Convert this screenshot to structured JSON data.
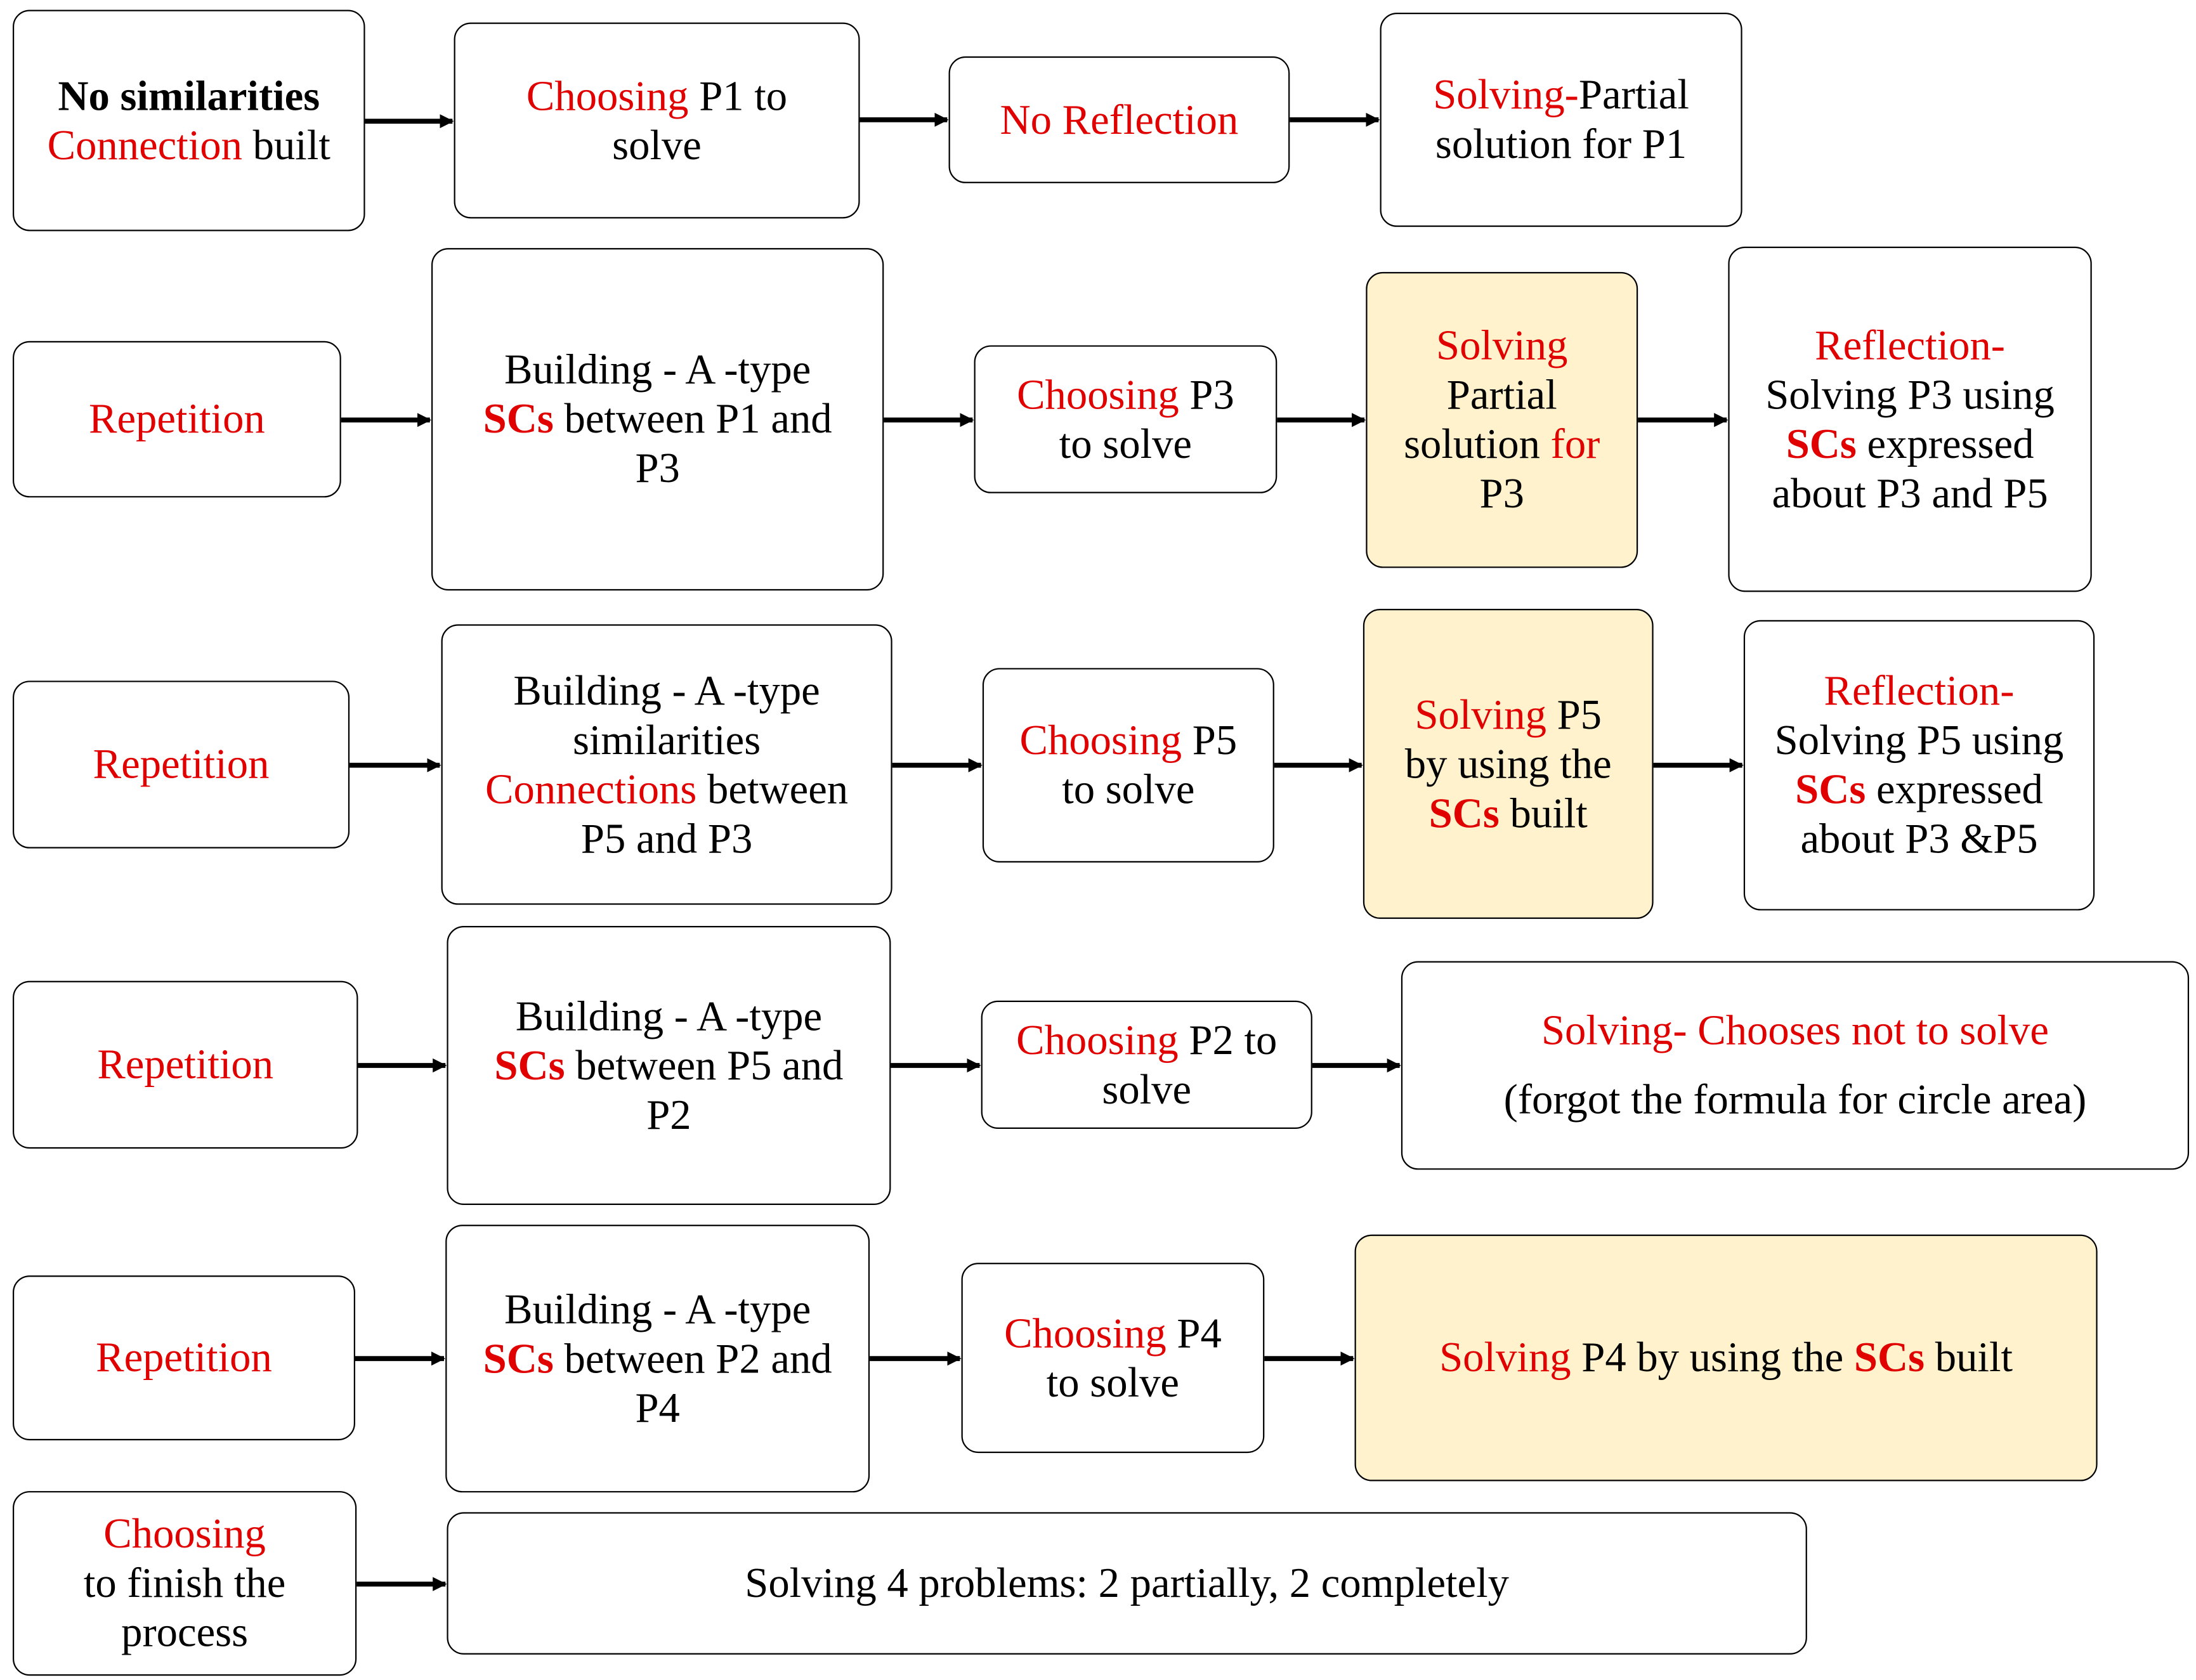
{
  "diagram": {
    "rows": [
      {
        "id": "row1",
        "nodes": [
          {
            "id": "r1n1",
            "lines": [
              [
                {
                  "t": "No similarities",
                  "b": true
                }
              ],
              [
                {
                  "t": "Connection",
                  "red": true
                },
                {
                  "t": " built"
                }
              ]
            ]
          },
          {
            "id": "r1n2",
            "lines": [
              [
                {
                  "t": "Choosing",
                  "red": true
                },
                {
                  "t": " P1 to"
                }
              ],
              [
                {
                  "t": "solve"
                }
              ]
            ]
          },
          {
            "id": "r1n3",
            "lines": [
              [
                {
                  "t": "No Reflection",
                  "red": true
                }
              ]
            ]
          },
          {
            "id": "r1n4",
            "lines": [
              [
                {
                  "t": "Solving-",
                  "red": true
                },
                {
                  "t": "Partial"
                }
              ],
              [
                {
                  "t": "solution for P1"
                }
              ]
            ]
          }
        ]
      },
      {
        "id": "row2",
        "nodes": [
          {
            "id": "r2n1",
            "lines": [
              [
                {
                  "t": "Repetition",
                  "red": true
                }
              ]
            ]
          },
          {
            "id": "r2n2",
            "lines": [
              [
                {
                  "t": "Building - A -type"
                }
              ],
              [
                {
                  "t": "SCs",
                  "red": true,
                  "b": true
                },
                {
                  "t": " between P1 and"
                }
              ],
              [
                {
                  "t": "P3"
                }
              ]
            ]
          },
          {
            "id": "r2n3",
            "lines": [
              [
                {
                  "t": "Choosing",
                  "red": true
                },
                {
                  "t": " P3"
                }
              ],
              [
                {
                  "t": "to solve"
                }
              ]
            ]
          },
          {
            "id": "r2n4",
            "highlight": true,
            "lines": [
              [
                {
                  "t": "Solving",
                  "red": true
                }
              ],
              [
                {
                  "t": "Partial"
                }
              ],
              [
                {
                  "t": "solution "
                },
                {
                  "t": "for",
                  "red": true
                }
              ],
              [
                {
                  "t": "P3"
                }
              ]
            ]
          },
          {
            "id": "r2n5",
            "lines": [
              [
                {
                  "t": "Reflection-",
                  "red": true
                }
              ],
              [
                {
                  "t": "Solving P3 using"
                }
              ],
              [
                {
                  "t": "SCs",
                  "red": true,
                  "b": true
                },
                {
                  "t": " expressed"
                }
              ],
              [
                {
                  "t": "about P3 and P5"
                }
              ]
            ]
          }
        ]
      },
      {
        "id": "row3",
        "nodes": [
          {
            "id": "r3n1",
            "lines": [
              [
                {
                  "t": "Repetition",
                  "red": true
                }
              ]
            ]
          },
          {
            "id": "r3n2",
            "lines": [
              [
                {
                  "t": "Building - A -type"
                }
              ],
              [
                {
                  "t": "similarities"
                }
              ],
              [
                {
                  "t": "Connections",
                  "red": true
                },
                {
                  "t": " between"
                }
              ],
              [
                {
                  "t": "P5 and P3"
                }
              ]
            ]
          },
          {
            "id": "r3n3",
            "lines": [
              [
                {
                  "t": "Choosing",
                  "red": true
                },
                {
                  "t": " P5"
                }
              ],
              [
                {
                  "t": "to solve"
                }
              ]
            ]
          },
          {
            "id": "r3n4",
            "highlight": true,
            "lines": [
              [
                {
                  "t": "Solving",
                  "red": true
                },
                {
                  "t": " P5"
                }
              ],
              [
                {
                  "t": "by using the"
                }
              ],
              [
                {
                  "t": "SCs",
                  "red": true,
                  "b": true
                },
                {
                  "t": " built"
                }
              ]
            ]
          },
          {
            "id": "r3n5",
            "lines": [
              [
                {
                  "t": "Reflection-",
                  "red": true
                }
              ],
              [
                {
                  "t": "Solving P5 using"
                }
              ],
              [
                {
                  "t": "SCs",
                  "red": true,
                  "b": true
                },
                {
                  "t": " expressed"
                }
              ],
              [
                {
                  "t": "about P3 &P5"
                }
              ]
            ]
          }
        ]
      },
      {
        "id": "row4",
        "nodes": [
          {
            "id": "r4n1",
            "lines": [
              [
                {
                  "t": "Repetition",
                  "red": true
                }
              ]
            ]
          },
          {
            "id": "r4n2",
            "lines": [
              [
                {
                  "t": "Building - A -type"
                }
              ],
              [
                {
                  "t": "SCs",
                  "red": true,
                  "b": true
                },
                {
                  "t": " between P5 and"
                }
              ],
              [
                {
                  "t": "P2"
                }
              ]
            ]
          },
          {
            "id": "r4n3",
            "lines": [
              [
                {
                  "t": "Choosing",
                  "red": true
                },
                {
                  "t": " P2 to"
                }
              ],
              [
                {
                  "t": "solve"
                }
              ]
            ]
          },
          {
            "id": "r4n4",
            "lines": [
              [
                {
                  "t": "Solving- Chooses not to solve",
                  "red": true
                }
              ],
              [
                {
                  "t": "(forgot the formula for circle area)"
                }
              ]
            ]
          }
        ]
      },
      {
        "id": "row5",
        "nodes": [
          {
            "id": "r5n1",
            "lines": [
              [
                {
                  "t": "Repetition",
                  "red": true
                }
              ]
            ]
          },
          {
            "id": "r5n2",
            "lines": [
              [
                {
                  "t": "Building - A -type"
                }
              ],
              [
                {
                  "t": "SCs",
                  "red": true,
                  "b": true
                },
                {
                  "t": " between P2 and"
                }
              ],
              [
                {
                  "t": "P4"
                }
              ]
            ]
          },
          {
            "id": "r5n3",
            "lines": [
              [
                {
                  "t": "Choosing",
                  "red": true
                },
                {
                  "t": " P4"
                }
              ],
              [
                {
                  "t": "to solve"
                }
              ]
            ]
          },
          {
            "id": "r5n4",
            "highlight": true,
            "lines": [
              [
                {
                  "t": "Solving",
                  "red": true
                },
                {
                  "t": " P4 by using the "
                },
                {
                  "t": "SCs",
                  "red": true,
                  "b": true
                },
                {
                  "t": " built"
                }
              ]
            ]
          }
        ]
      },
      {
        "id": "row6",
        "nodes": [
          {
            "id": "r6n1",
            "lines": [
              [
                {
                  "t": "Choosing",
                  "red": true
                }
              ],
              [
                {
                  "t": "to finish the"
                }
              ],
              [
                {
                  "t": "process"
                }
              ]
            ]
          },
          {
            "id": "r6n2",
            "lines": [
              [
                {
                  "t": "Solving 4 problems: 2 partially, 2 completely"
                }
              ]
            ]
          }
        ]
      }
    ]
  }
}
